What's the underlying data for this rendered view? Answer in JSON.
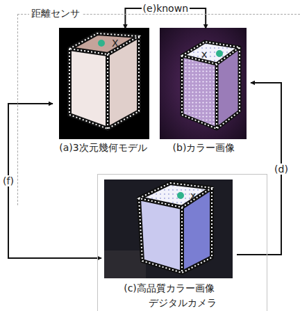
{
  "diagram": {
    "nodes": [
      {
        "text": [
          "距離センサ"
        ]
      },
      {
        "text": [
          "(a)3次元幾何モデル"
        ],
        "in": 0
      },
      {
        "text": [
          "(b)カラー画像"
        ],
        "in": 0
      },
      {
        "text": [
          "デジタルカメラ"
        ]
      },
      {
        "text": [
          "(c)高品質カラー画像"
        ],
        "in": 3
      }
    ],
    "edges": [
      {
        "from": 1,
        "to": 2,
        "label": "(e)known",
        "arrow": "both"
      },
      {
        "from": 1,
        "to": 4,
        "label": "(f)",
        "arrow": "both"
      },
      {
        "from": 4,
        "to": 2,
        "label": "(d)",
        "arrow": "to"
      }
    ],
    "labels": [
      "X",
      "x",
      "x"
    ]
  }
}
